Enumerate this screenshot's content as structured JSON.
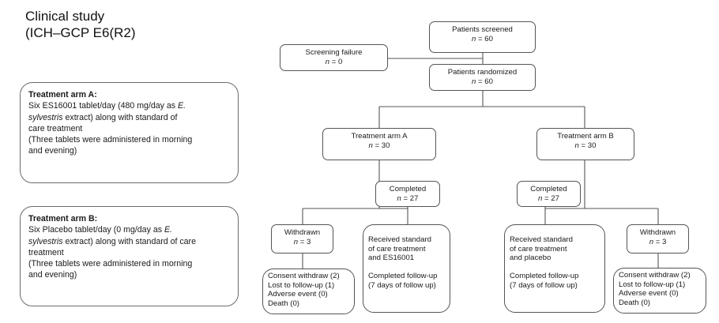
{
  "title_line1": "Clinical study",
  "title_line2": "(ICH–GCP E6(R2)",
  "arm_a": {
    "heading": "Treatment arm A:",
    "line1_pre": "Six ES16001 tablet/day (480 mg/day as ",
    "line1_ital": "E.",
    "line2_ital": "sylvestris",
    "line2_post": " extract) along with standard of",
    "line3": "care treatment",
    "line4": "(Three tablets were administered in morning",
    "line5": "and evening)"
  },
  "arm_b": {
    "heading": "Treatment arm B:",
    "line1_pre": "Six Placebo tablet/day (0 mg/day as ",
    "line1_ital": "E.",
    "line2_ital": "sylvestris",
    "line2_post": " extract) along with standard of care",
    "line3": "treatment",
    "line4": "(Three tablets were administered in morning",
    "line5": "and evening)"
  },
  "flow": {
    "n_label": "n",
    "screened": {
      "label": "Patients screened",
      "n": " = 60"
    },
    "screen_fail": {
      "label": "Screening failure",
      "n": " = 0"
    },
    "randomized": {
      "label": "Patients randomized",
      "n": " = 60"
    },
    "arm_a": {
      "label": "Treatment arm A",
      "n": " = 30"
    },
    "arm_b": {
      "label": "Treatment arm B",
      "n": " = 30"
    },
    "withdrawn_a": {
      "label": "Withdrawn",
      "n": " = 3"
    },
    "completed_a": {
      "label": "Completed",
      "n": " = 27"
    },
    "completed_b": {
      "label": "Completed",
      "n": " = 27"
    },
    "withdrawn_b": {
      "label": "Withdrawn",
      "n": " = 3"
    },
    "reasons_a": [
      "Consent withdraw (2)",
      "Lost to follow-up (1)",
      "Adverse event (0)",
      "Death (0)"
    ],
    "received_a": [
      "Received standard",
      "of care treatment",
      "and ES16001"
    ],
    "followup_a": [
      "Completed follow-up",
      "(7 days of follow up)"
    ],
    "received_b": [
      "Received standard",
      "of care treatment",
      "and placebo"
    ],
    "followup_b": [
      "Completed follow-up",
      "(7 days of follow up)"
    ],
    "reasons_b": [
      "Consent withdraw (2)",
      "Lost to follow-up (1)",
      "Adverse event (0)",
      "Death (0)"
    ]
  }
}
